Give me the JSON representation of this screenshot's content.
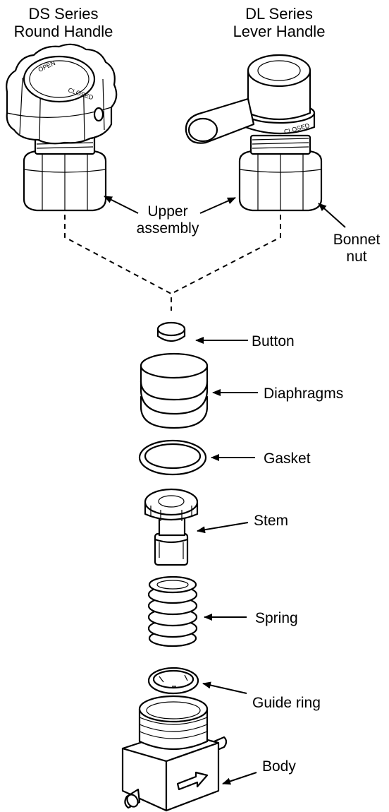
{
  "titles": {
    "ds_line1": "DS Series",
    "ds_line2": "Round Handle",
    "dl_line1": "DL Series",
    "dl_line2": "Lever Handle"
  },
  "handle_marks": {
    "open": "OPEN",
    "closed": "CLOSED",
    "lever_closed": "CLOSED"
  },
  "labels": {
    "upper_assembly_1": "Upper",
    "upper_assembly_2": "assembly",
    "bonnet_nut_1": "Bonnet",
    "bonnet_nut_2": "nut",
    "button": "Button",
    "diaphragms": "Diaphragms",
    "gasket": "Gasket",
    "stem": "Stem",
    "spring": "Spring",
    "guide_ring": "Guide ring",
    "body": "Body"
  },
  "colors": {
    "line": "#000000",
    "shade": "#e4e4e4",
    "background": "#ffffff"
  }
}
